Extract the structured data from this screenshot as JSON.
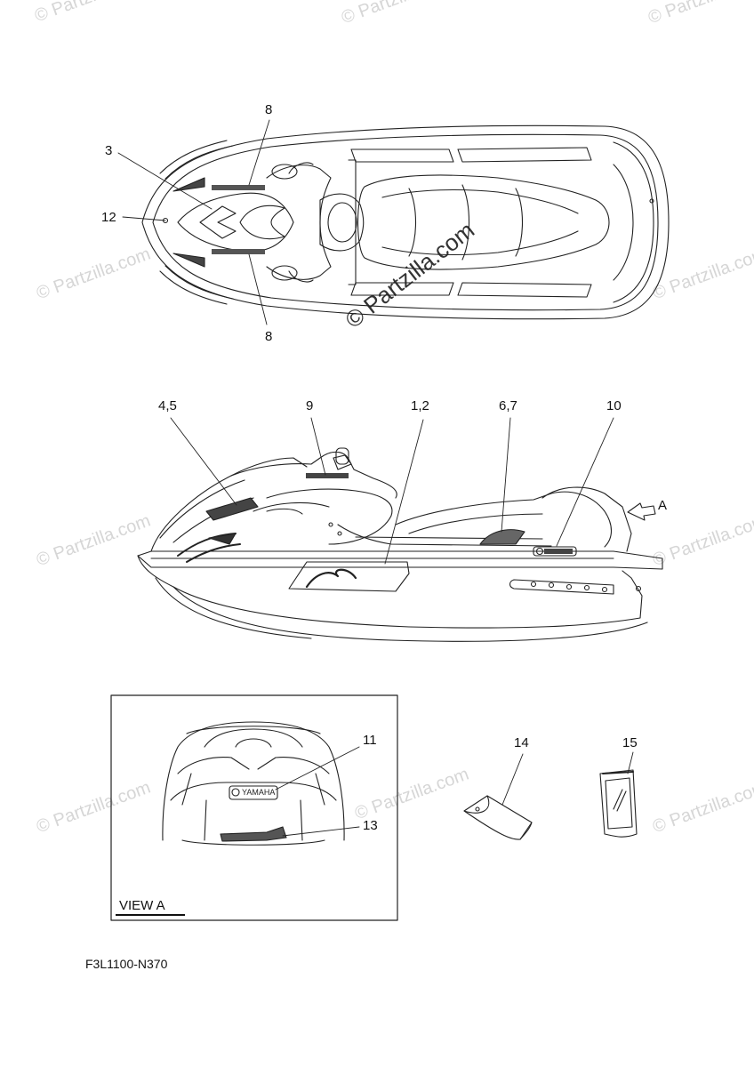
{
  "watermark": "© Partzilla.com",
  "callouts": {
    "top_8a": "8",
    "top_3": "3",
    "top_12": "12",
    "top_8b": "8",
    "side_45": "4,5",
    "side_9": "9",
    "side_12": "1,2",
    "side_67": "6,7",
    "side_10": "10",
    "side_A": "A",
    "view_11": "11",
    "view_13": "13",
    "part_14": "14",
    "part_15": "15"
  },
  "view_label": "VIEW A",
  "decal_brand": "YAMAHA",
  "ref_code": "F3L1100-N370"
}
